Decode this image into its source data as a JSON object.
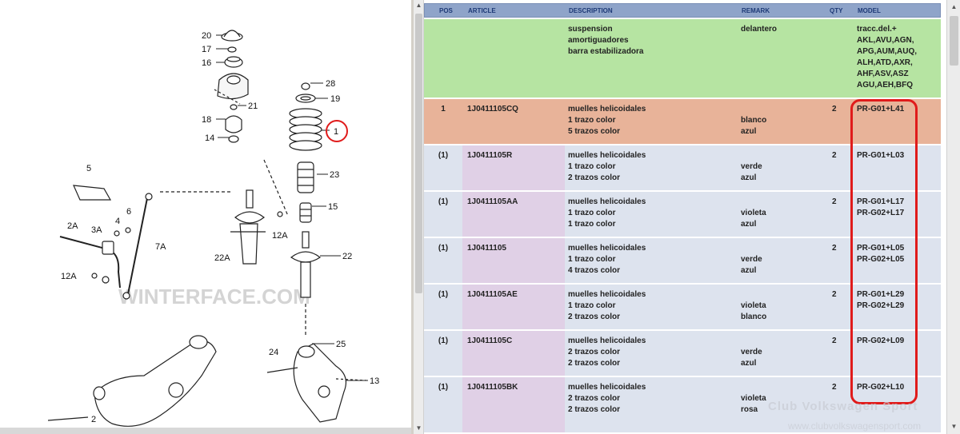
{
  "diagram": {
    "callouts": [
      "20",
      "17",
      "16",
      "28",
      "19",
      "21",
      "18",
      "1",
      "14",
      "5",
      "23",
      "2A",
      "4",
      "6",
      "15",
      "3A",
      "12A",
      "7A",
      "22",
      "12A",
      "22A",
      "25",
      "24",
      "13",
      "2"
    ],
    "watermark": "WINTERFACE.COM"
  },
  "table": {
    "headers": {
      "pos": "POS",
      "article": "ARTICLE",
      "description": "DESCRIPTION",
      "remark": "REMARK",
      "qty": "QTY",
      "model": "MODEL"
    },
    "group": {
      "description": [
        "suspension",
        "amortiguadores",
        "barra estabilizadora"
      ],
      "remark": "delantero",
      "model": [
        "tracc.del.+",
        "AKL,AVU,AGN,",
        "APG,AUM,AUQ,",
        "ALH,ATD,AXR,",
        "AHF,ASV,ASZ",
        "AGU,AEH,BFQ"
      ]
    },
    "rows": [
      {
        "pos": "1",
        "article": "1J0411105CQ",
        "desc": [
          "muelles helicoidales",
          "1 trazo color",
          "5 trazos color"
        ],
        "remark": [
          "",
          "blanco",
          "azul"
        ],
        "qty": "2",
        "model": [
          "PR-G01+L41"
        ]
      },
      {
        "pos": "(1)",
        "article": "1J0411105R",
        "desc": [
          "muelles helicoidales",
          "1 trazo color",
          "2 trazos color"
        ],
        "remark": [
          "",
          "verde",
          "azul"
        ],
        "qty": "2",
        "model": [
          "PR-G01+L03"
        ]
      },
      {
        "pos": "(1)",
        "article": "1J0411105AA",
        "desc": [
          "muelles helicoidales",
          "1 trazo color",
          "1 trazo color"
        ],
        "remark": [
          "",
          "violeta",
          "azul"
        ],
        "qty": "2",
        "model": [
          "PR-G01+L17",
          "PR-G02+L17"
        ]
      },
      {
        "pos": "(1)",
        "article": "1J0411105",
        "desc": [
          "muelles helicoidales",
          "1 trazo color",
          "4 trazos color"
        ],
        "remark": [
          "",
          "verde",
          "azul"
        ],
        "qty": "2",
        "model": [
          "PR-G01+L05",
          "PR-G02+L05"
        ]
      },
      {
        "pos": "(1)",
        "article": "1J0411105AE",
        "desc": [
          "muelles helicoidales",
          "1 trazo color",
          "2 trazos color"
        ],
        "remark": [
          "",
          "violeta",
          "blanco"
        ],
        "qty": "2",
        "model": [
          "PR-G01+L29",
          "PR-G02+L29"
        ]
      },
      {
        "pos": "(1)",
        "article": "1J0411105C",
        "desc": [
          "muelles helicoidales",
          "2 trazos color",
          "2 trazos color"
        ],
        "remark": [
          "",
          "verde",
          "azul"
        ],
        "qty": "2",
        "model": [
          "PR-G02+L09"
        ]
      },
      {
        "pos": "(1)",
        "article": "1J0411105BK",
        "desc": [
          "muelles helicoidales",
          "2 trazos color",
          "2 trazos color"
        ],
        "remark": [
          "",
          "violeta",
          "rosa"
        ],
        "qty": "2",
        "model": [
          "PR-G02+L10"
        ]
      }
    ]
  },
  "footer_watermark": {
    "line1": "Club Volkswagen Sport",
    "line2": "www.clubvolkswagensport.com"
  },
  "colors": {
    "header": "#8fa4c9",
    "group_row": "#b6e4a2",
    "selected_row": "#e8b399",
    "row": "#dde3ee",
    "article_cell": "#e0d0e6",
    "highlight": "#e01b1b"
  }
}
